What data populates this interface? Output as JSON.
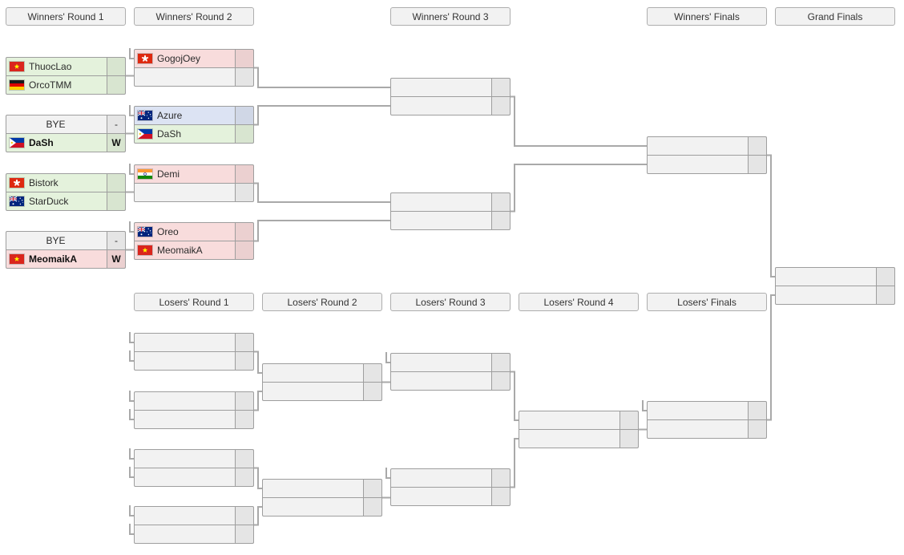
{
  "colors": {
    "green": "#e4f2dc",
    "red": "#f8dcdc",
    "blue": "#dce3f3",
    "gray": "#f2f2f2",
    "connector": "#a9a9a9",
    "border": "#9e9e9e"
  },
  "headers": {
    "winners_round_1": "Winners' Round 1",
    "winners_round_2": "Winners' Round 2",
    "winners_round_3": "Winners' Round 3",
    "winners_finals": "Winners' Finals",
    "grand_finals": "Grand Finals",
    "losers_round_1": "Losers' Round 1",
    "losers_round_2": "Losers' Round 2",
    "losers_round_3": "Losers' Round 3",
    "losers_round_4": "Losers' Round 4",
    "losers_finals": "Losers' Finals"
  },
  "matches": {
    "wr1": [
      {
        "top": {
          "name": "ThuocLao",
          "flag": "vietnam",
          "bg": "green",
          "score": "",
          "bold": false,
          "bye": false
        },
        "bottom": {
          "name": "OrcoTMM",
          "flag": "germany",
          "bg": "green",
          "score": "",
          "bold": false,
          "bye": false
        }
      },
      {
        "top": {
          "name": "BYE",
          "flag": null,
          "bg": "gray",
          "score": "-",
          "bold": false,
          "bye": true
        },
        "bottom": {
          "name": "DaSh",
          "flag": "philippines",
          "bg": "green",
          "score": "W",
          "bold": true,
          "bye": false
        }
      },
      {
        "top": {
          "name": "Bistork",
          "flag": "hongkong",
          "bg": "green",
          "score": "",
          "bold": false,
          "bye": false
        },
        "bottom": {
          "name": "StarDuck",
          "flag": "australia",
          "bg": "green",
          "score": "",
          "bold": false,
          "bye": false
        }
      },
      {
        "top": {
          "name": "BYE",
          "flag": null,
          "bg": "gray",
          "score": "-",
          "bold": false,
          "bye": true
        },
        "bottom": {
          "name": "MeomaikA",
          "flag": "vietnam",
          "bg": "red",
          "score": "W",
          "bold": true,
          "bye": false
        }
      }
    ],
    "wr2": [
      {
        "top": {
          "name": "GogojOey",
          "flag": "hongkong",
          "bg": "red",
          "score": "",
          "bold": false,
          "bye": false
        },
        "bottom": {
          "name": "",
          "flag": null,
          "bg": "gray",
          "score": "",
          "bold": false,
          "bye": false
        }
      },
      {
        "top": {
          "name": "Azure",
          "flag": "australia",
          "bg": "blue",
          "score": "",
          "bold": false,
          "bye": false
        },
        "bottom": {
          "name": "DaSh",
          "flag": "philippines",
          "bg": "green",
          "score": "",
          "bold": false,
          "bye": false
        }
      },
      {
        "top": {
          "name": "Demi",
          "flag": "india",
          "bg": "red",
          "score": "",
          "bold": false,
          "bye": false
        },
        "bottom": {
          "name": "",
          "flag": null,
          "bg": "gray",
          "score": "",
          "bold": false,
          "bye": false
        }
      },
      {
        "top": {
          "name": "Oreo",
          "flag": "australia",
          "bg": "red",
          "score": "",
          "bold": false,
          "bye": false
        },
        "bottom": {
          "name": "MeomaikA",
          "flag": "vietnam",
          "bg": "red",
          "score": "",
          "bold": false,
          "bye": false
        }
      }
    ],
    "wr3": [
      {
        "top": {
          "name": "",
          "flag": null,
          "bg": "gray",
          "score": "",
          "bold": false,
          "bye": false
        },
        "bottom": {
          "name": "",
          "flag": null,
          "bg": "gray",
          "score": "",
          "bold": false,
          "bye": false
        }
      },
      {
        "top": {
          "name": "",
          "flag": null,
          "bg": "gray",
          "score": "",
          "bold": false,
          "bye": false
        },
        "bottom": {
          "name": "",
          "flag": null,
          "bg": "gray",
          "score": "",
          "bold": false,
          "bye": false
        }
      }
    ],
    "wf": [
      {
        "top": {
          "name": "",
          "flag": null,
          "bg": "gray",
          "score": "",
          "bold": false,
          "bye": false
        },
        "bottom": {
          "name": "",
          "flag": null,
          "bg": "gray",
          "score": "",
          "bold": false,
          "bye": false
        }
      }
    ],
    "gf": [
      {
        "top": {
          "name": "",
          "flag": null,
          "bg": "gray",
          "score": "",
          "bold": false,
          "bye": false
        },
        "bottom": {
          "name": "",
          "flag": null,
          "bg": "gray",
          "score": "",
          "bold": false,
          "bye": false
        }
      }
    ],
    "lr1": [
      {
        "top": {
          "name": "",
          "flag": null,
          "bg": "gray",
          "score": "",
          "bold": false,
          "bye": false
        },
        "bottom": {
          "name": "",
          "flag": null,
          "bg": "gray",
          "score": "",
          "bold": false,
          "bye": false
        }
      },
      {
        "top": {
          "name": "",
          "flag": null,
          "bg": "gray",
          "score": "",
          "bold": false,
          "bye": false
        },
        "bottom": {
          "name": "",
          "flag": null,
          "bg": "gray",
          "score": "",
          "bold": false,
          "bye": false
        }
      },
      {
        "top": {
          "name": "",
          "flag": null,
          "bg": "gray",
          "score": "",
          "bold": false,
          "bye": false
        },
        "bottom": {
          "name": "",
          "flag": null,
          "bg": "gray",
          "score": "",
          "bold": false,
          "bye": false
        }
      },
      {
        "top": {
          "name": "",
          "flag": null,
          "bg": "gray",
          "score": "",
          "bold": false,
          "bye": false
        },
        "bottom": {
          "name": "",
          "flag": null,
          "bg": "gray",
          "score": "",
          "bold": false,
          "bye": false
        }
      }
    ],
    "lr2": [
      {
        "top": {
          "name": "",
          "flag": null,
          "bg": "gray",
          "score": "",
          "bold": false,
          "bye": false
        },
        "bottom": {
          "name": "",
          "flag": null,
          "bg": "gray",
          "score": "",
          "bold": false,
          "bye": false
        }
      },
      {
        "top": {
          "name": "",
          "flag": null,
          "bg": "gray",
          "score": "",
          "bold": false,
          "bye": false
        },
        "bottom": {
          "name": "",
          "flag": null,
          "bg": "gray",
          "score": "",
          "bold": false,
          "bye": false
        }
      }
    ],
    "lr3": [
      {
        "top": {
          "name": "",
          "flag": null,
          "bg": "gray",
          "score": "",
          "bold": false,
          "bye": false
        },
        "bottom": {
          "name": "",
          "flag": null,
          "bg": "gray",
          "score": "",
          "bold": false,
          "bye": false
        }
      },
      {
        "top": {
          "name": "",
          "flag": null,
          "bg": "gray",
          "score": "",
          "bold": false,
          "bye": false
        },
        "bottom": {
          "name": "",
          "flag": null,
          "bg": "gray",
          "score": "",
          "bold": false,
          "bye": false
        }
      }
    ],
    "lr4": [
      {
        "top": {
          "name": "",
          "flag": null,
          "bg": "gray",
          "score": "",
          "bold": false,
          "bye": false
        },
        "bottom": {
          "name": "",
          "flag": null,
          "bg": "gray",
          "score": "",
          "bold": false,
          "bye": false
        }
      }
    ],
    "lf": [
      {
        "top": {
          "name": "",
          "flag": null,
          "bg": "gray",
          "score": "",
          "bold": false,
          "bye": false
        },
        "bottom": {
          "name": "",
          "flag": null,
          "bg": "gray",
          "score": "",
          "bold": false,
          "bye": false
        }
      }
    ]
  }
}
